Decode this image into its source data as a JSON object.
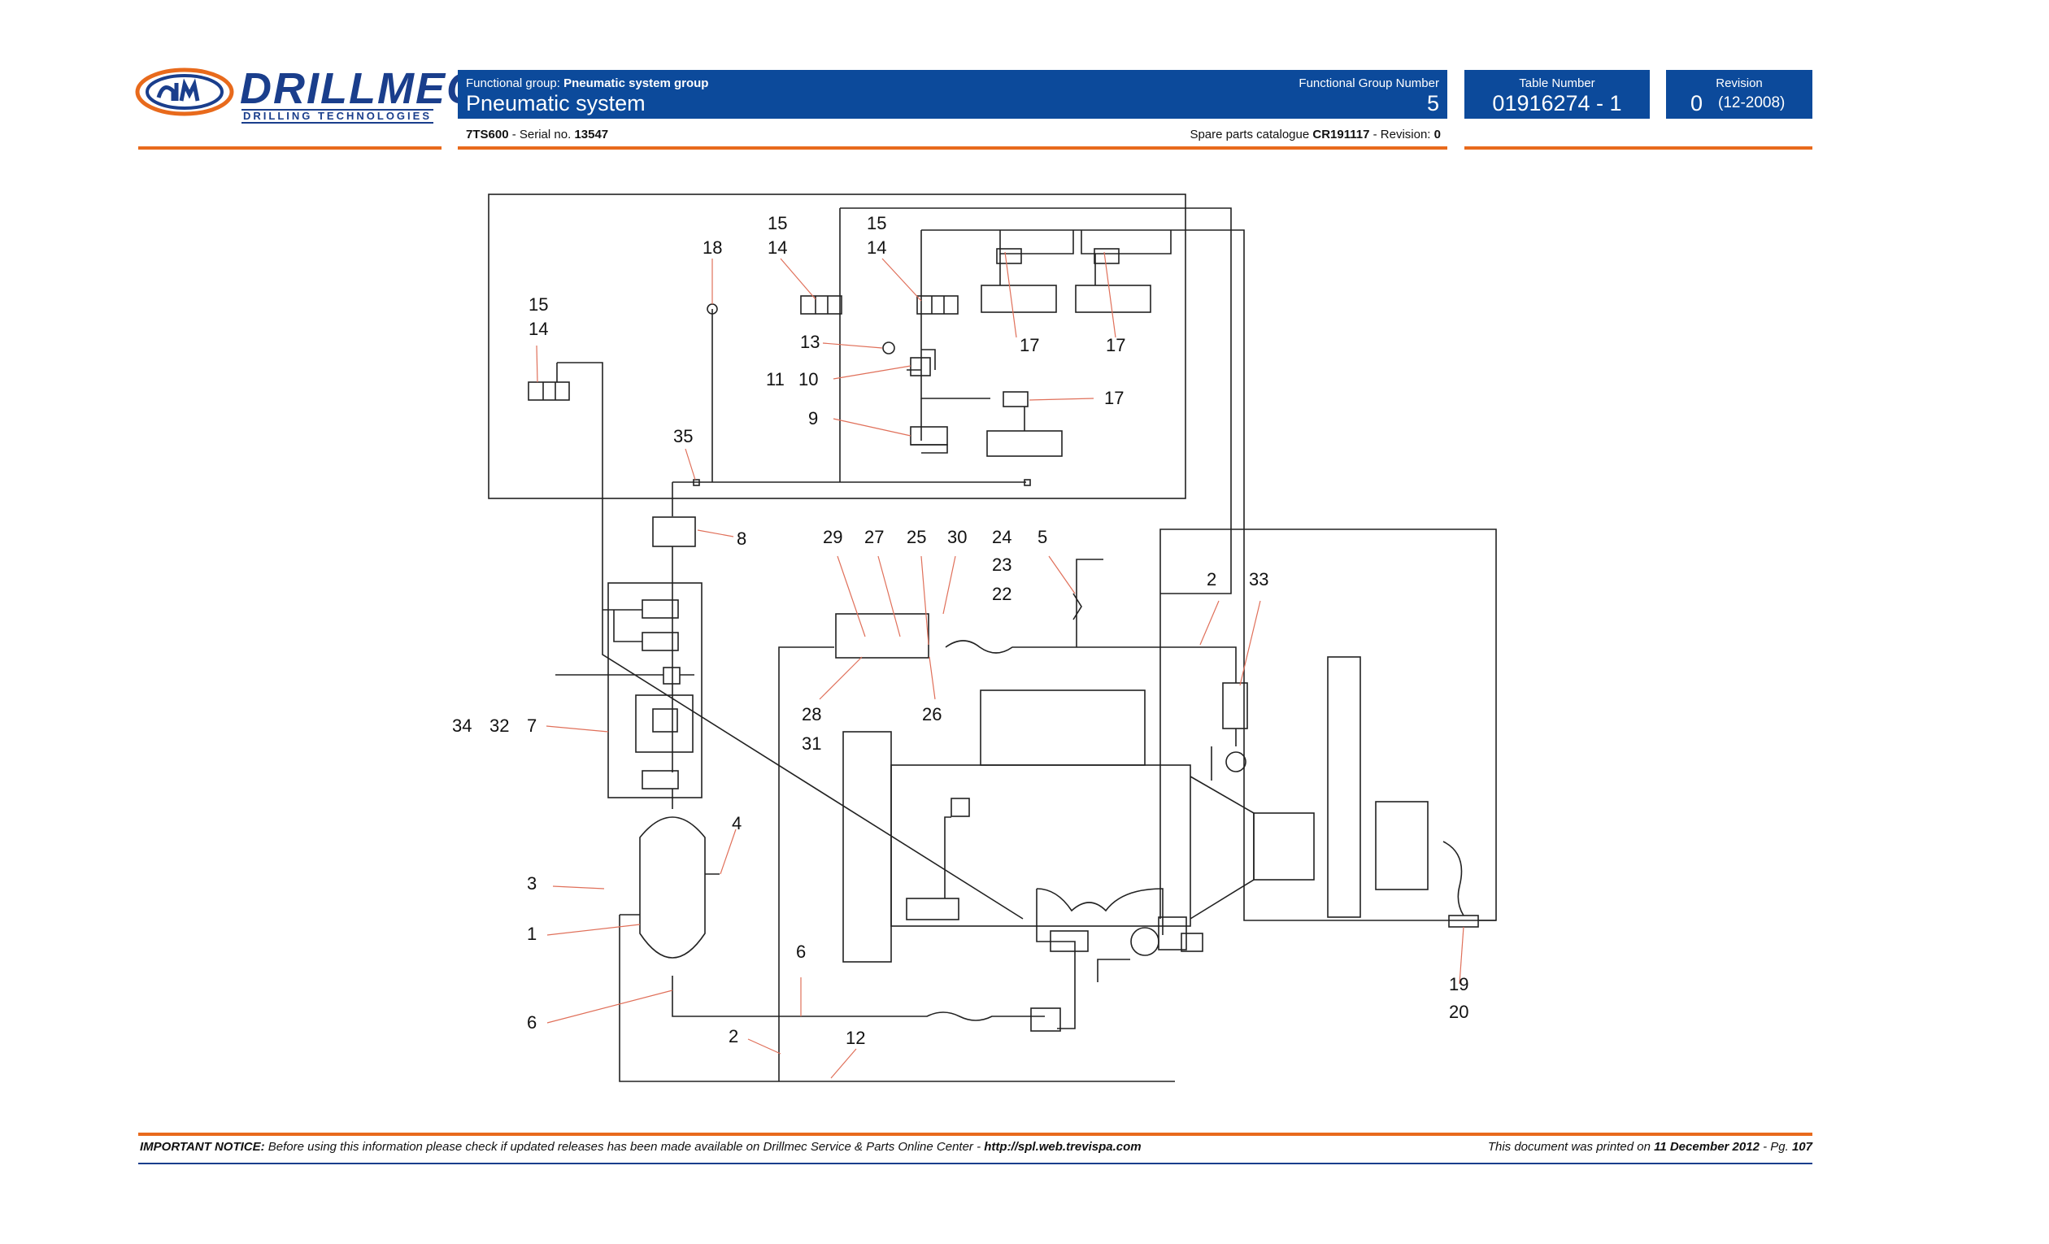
{
  "logo": {
    "name": "DRILLMEC",
    "tagline": "DRILLING TECHNOLOGIES"
  },
  "header": {
    "functional_group_prefix": "Functional group:",
    "functional_group_name": "Pneumatic system group",
    "title": "Pneumatic system",
    "functional_group_number_label": "Functional Group Number",
    "functional_group_number": "5",
    "table_number_label": "Table Number",
    "table_number": "01916274 - 1",
    "revision_label": "Revision",
    "revision_number": "0",
    "revision_date": "(12-2008)"
  },
  "subheader": {
    "model": "7TS600",
    "serial_label": "- Serial no.",
    "serial": "13547",
    "catalogue_label": "Spare parts catalogue",
    "catalogue": "CR191117",
    "catalogue_revision_label": "- Revision:",
    "catalogue_revision": "0"
  },
  "diagram": {
    "callouts": {
      "c_15a": "15",
      "c_14a": "14",
      "c_18": "18",
      "c_15b": "15",
      "c_14b": "14",
      "c_15c": "15",
      "c_14c": "14",
      "c_13": "13",
      "c_11": "11",
      "c_10": "10",
      "c_9": "9",
      "c_17a": "17",
      "c_17b": "17",
      "c_17c": "17",
      "c_35": "35",
      "c_8": "8",
      "c_29": "29",
      "c_27": "27",
      "c_25": "25",
      "c_30": "30",
      "c_24": "24",
      "c_23": "23",
      "c_22": "22",
      "c_5": "5",
      "c_2a": "2",
      "c_33": "33",
      "c_34": "34",
      "c_32": "32",
      "c_7": "7",
      "c_28": "28",
      "c_31": "31",
      "c_26": "26",
      "c_4": "4",
      "c_3": "3",
      "c_1": "1",
      "c_6a": "6",
      "c_6b": "6",
      "c_2b": "2",
      "c_12": "12",
      "c_19": "19",
      "c_20": "20"
    }
  },
  "footer": {
    "notice_label": "IMPORTANT NOTICE:",
    "notice_text": "Before using this information please check if updated releases has been made available on Drillmec Service & Parts Online Center -",
    "notice_url": "http://spl.web.trevispa.com",
    "printed_label": "This document was printed on",
    "printed_date": "11 December 2012",
    "page_label": "- Pg.",
    "page_number": "107"
  }
}
